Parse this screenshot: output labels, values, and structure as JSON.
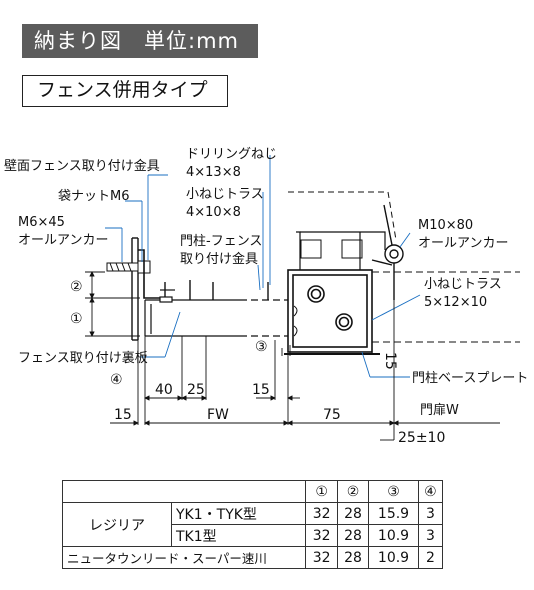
{
  "header": {
    "title": "納まり図　単位:mm"
  },
  "subtitle": "フェンス併用タイプ",
  "labels": {
    "wall_fence_bracket": "壁面フェンス取り付け金具",
    "bag_nut": "袋ナットM6",
    "anchor_m6_1": "M6×45",
    "anchor_m6_2": "オールアンカー",
    "drill_screw_1": "ドリリングねじ",
    "drill_screw_2": "4×13×8",
    "small_screw_1": "小ねじトラス",
    "small_screw_2": "4×10×8",
    "post_fence_bracket_1": "門柱-フェンス",
    "post_fence_bracket_2": "取り付け金具",
    "anchor_m10_1": "M10×80",
    "anchor_m10_2": "オールアンカー",
    "small_screw_b_1": "小ねじトラス",
    "small_screw_b_2": "5×12×10",
    "fence_back_plate": "フェンス取り付け裏板",
    "base_plate": "門柱ベースプレート",
    "gate_w": "門扉W"
  },
  "dimensions": {
    "c1": "①",
    "c2": "②",
    "c3": "③",
    "c4": "④",
    "d40": "40",
    "d25": "25",
    "d15a": "15",
    "d15b": "15",
    "d15c": "15",
    "fw": "FW",
    "d75": "75",
    "d25pm10": "25±10"
  },
  "table": {
    "headers": [
      "①",
      "②",
      "③",
      "④"
    ],
    "series_regiria": "レジリア",
    "rows": [
      {
        "model": "YK1・TYK型",
        "values": [
          "32",
          "28",
          "15.9",
          "3"
        ]
      },
      {
        "model": "TK1型",
        "values": [
          "32",
          "28",
          "10.9",
          "3"
        ]
      },
      {
        "model": "ニュータウンリード・スーパー速川",
        "values": [
          "32",
          "28",
          "10.9",
          "2"
        ]
      }
    ]
  }
}
